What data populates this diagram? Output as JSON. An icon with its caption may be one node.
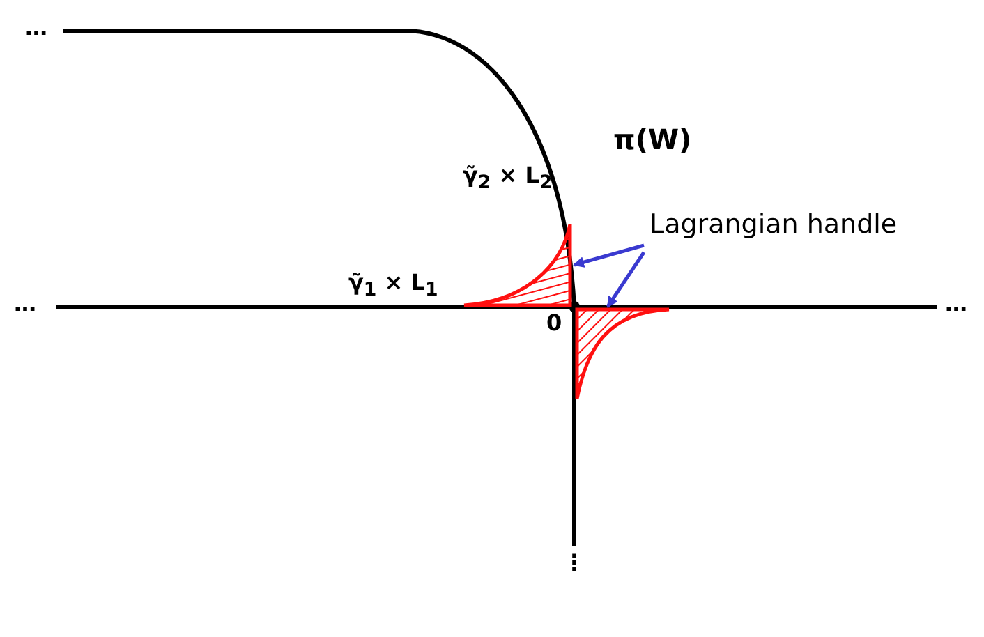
{
  "diagram": {
    "nodes": [
      {
        "text": [
          "Lagrangian handle"
        ]
      },
      {
        "text": [],
        "shape": "region"
      },
      {
        "text": [],
        "shape": "region"
      }
    ],
    "edges": [
      {
        "from": 0,
        "to": 1,
        "arrow": "to",
        "color": "#3a3ad0"
      },
      {
        "from": 0,
        "to": 2,
        "arrow": "to",
        "color": "#3a3ad0"
      }
    ],
    "labels": [
      "…",
      "π(W)",
      "γ̃$_{2}$ × L$_{2}$",
      "γ̃$_{1}$ × L$_{1}$",
      "…",
      "…",
      "0",
      "⋮"
    ]
  }
}
